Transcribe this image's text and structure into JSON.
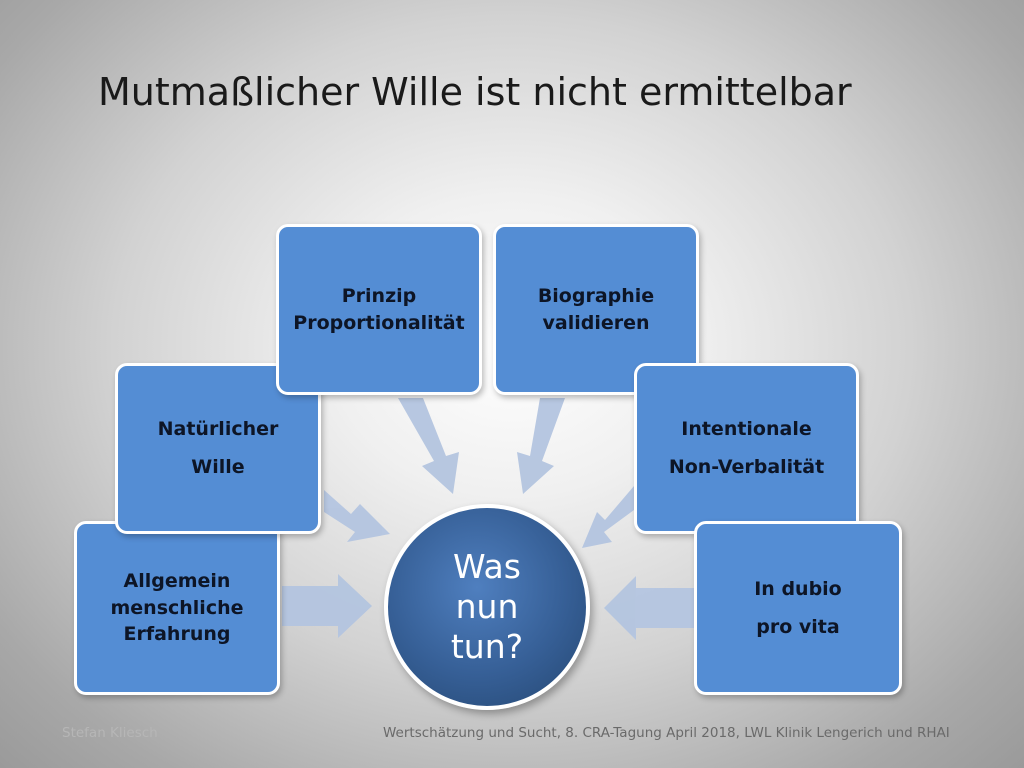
{
  "slide": {
    "title": "Mutmaßlicher Wille ist nicht ermittelbar",
    "center": {
      "lines": [
        "Was",
        "nun",
        "tun?"
      ]
    },
    "boxes": {
      "allgemein": {
        "lines": [
          "Allgemein",
          "menschliche",
          "Erfahrung"
        ]
      },
      "natuerlich": {
        "lines": [
          "Natürlicher",
          "Wille"
        ]
      },
      "prinzip": {
        "lines": [
          "Prinzip",
          "Proportionalität"
        ]
      },
      "biographie": {
        "lines": [
          "Biographie",
          "validieren"
        ]
      },
      "intentional": {
        "lines": [
          "Intentionale",
          "Non-Verbalität"
        ]
      },
      "dubio": {
        "lines": [
          "In dubio",
          "pro vita"
        ]
      }
    },
    "footer": {
      "author": "Stefan Kliesch",
      "event": "Wertschätzung und Sucht,  8. CRA-Tagung April 2018, LWL Klinik Lengerich und RHAI"
    },
    "colors": {
      "box_fill": "#548dd4",
      "box_border": "#ffffff",
      "circle_fill": "#365f96",
      "arrow_fill": "#b4c5e0"
    }
  }
}
